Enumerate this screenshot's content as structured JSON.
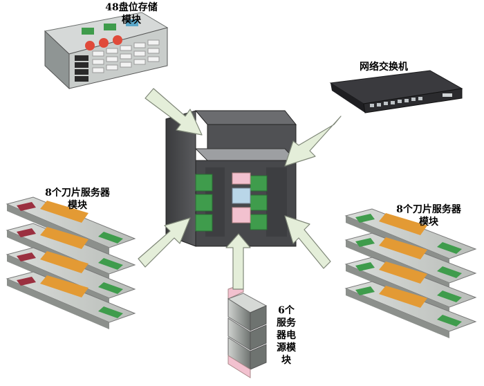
{
  "labels": {
    "storage": [
      "48盘位存储",
      "模块"
    ],
    "switch": "网络交换机",
    "blade_left": [
      "8个刀片服务器",
      "模块"
    ],
    "blade_right": [
      "8个刀片服务器",
      "模块"
    ],
    "psu": [
      "6个",
      "服务",
      "器电",
      "源模",
      "块"
    ]
  },
  "colors": {
    "chassis": "#58595b",
    "chassis_dark": "#3b3c3e",
    "arrow_fill": "#e4eed9",
    "arrow_stroke": "#7f8778",
    "board_green": "#3f9c4c",
    "blade_orange": "#e39a34",
    "psu_pink": "#f2c1cf",
    "switch_body": "#2b2b2e"
  },
  "counts": {
    "left_blades": 4,
    "right_blades": 4,
    "psu_units": 3
  }
}
